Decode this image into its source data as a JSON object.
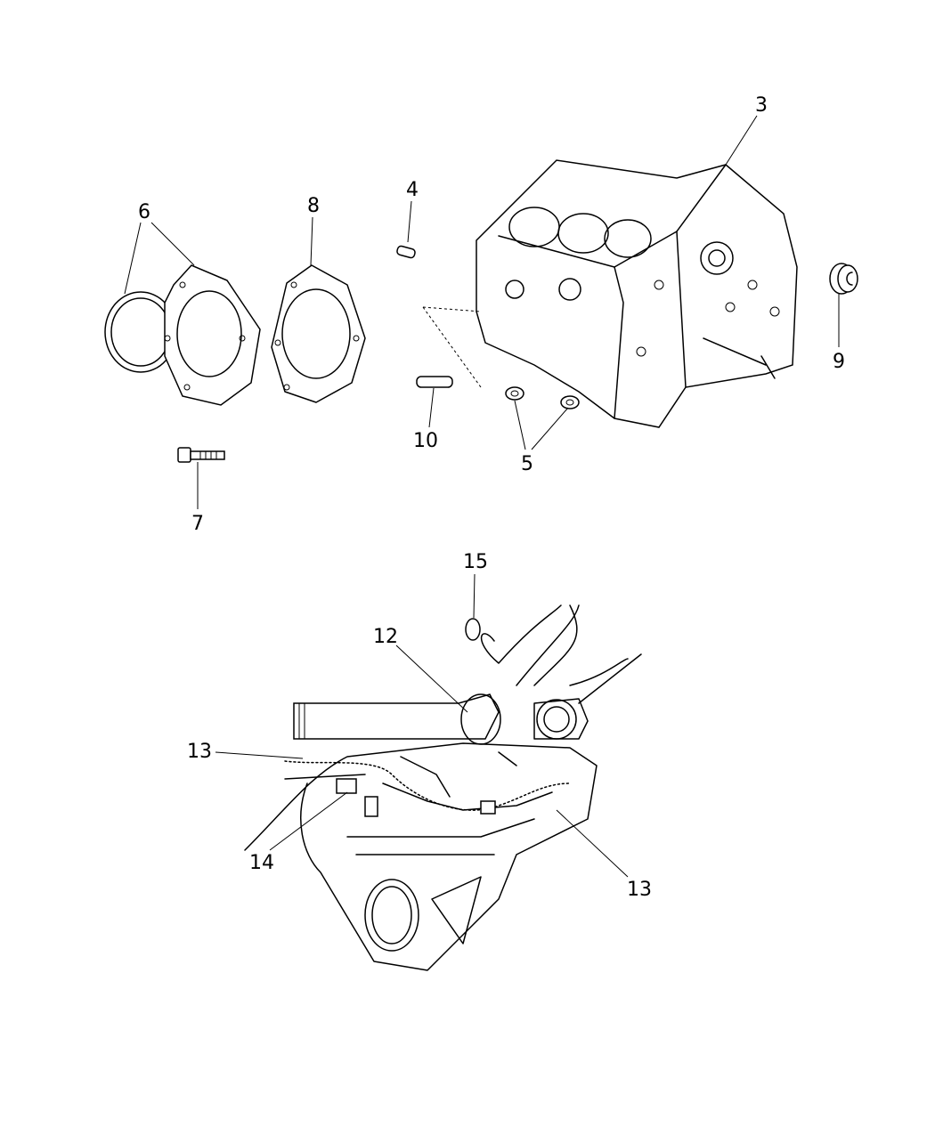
{
  "diagram": {
    "type": "exploded-parts-diagram",
    "callouts": [
      {
        "id": "c3",
        "label": "3"
      },
      {
        "id": "c4",
        "label": "4"
      },
      {
        "id": "c6",
        "label": "6"
      },
      {
        "id": "c8",
        "label": "8"
      },
      {
        "id": "c9",
        "label": "9"
      },
      {
        "id": "c10",
        "label": "10"
      },
      {
        "id": "c5",
        "label": "5"
      },
      {
        "id": "c7",
        "label": "7"
      },
      {
        "id": "c15",
        "label": "15"
      },
      {
        "id": "c12",
        "label": "12"
      },
      {
        "id": "c13a",
        "label": "13"
      },
      {
        "id": "c13b",
        "label": "13"
      },
      {
        "id": "c14",
        "label": "14"
      }
    ]
  }
}
